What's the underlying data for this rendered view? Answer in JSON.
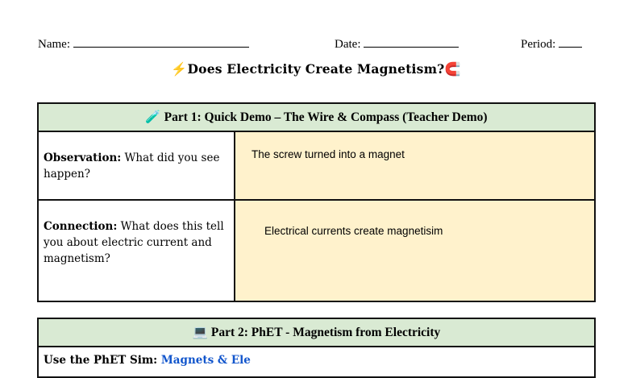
{
  "header": {
    "name_label": "Name:",
    "date_label": "Date:",
    "period_label": "Period:"
  },
  "title": {
    "icon_left": "⚡",
    "text": "Does Electricity Create Magnetism?",
    "icon_right": "🧲"
  },
  "part1": {
    "icon": "🧪",
    "heading": "Part 1: Quick Demo – The Wire & Compass (Teacher Demo)",
    "rows": [
      {
        "label": "Observation:",
        "question": " What did you see happen?",
        "answer": "The screw turned into a magnet"
      },
      {
        "label": "Connection:",
        "question": " What does this tell you about electric current and magnetism?",
        "answer": "Electrical currents create  magnetisim"
      }
    ]
  },
  "part2": {
    "icon": "💻",
    "heading": "Part 2: PhET - Magnetism from Electricity",
    "row_label": "Use the PhET Sim: ",
    "row_link": "Magnets & Ele"
  }
}
